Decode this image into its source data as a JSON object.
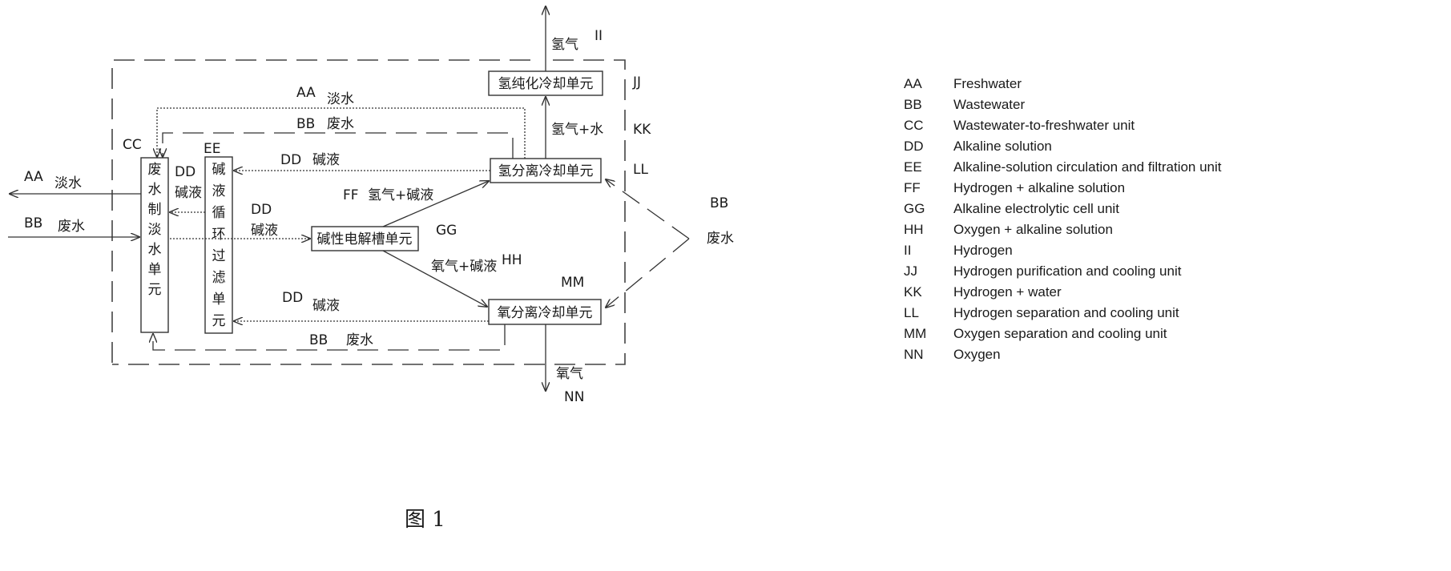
{
  "labels": {
    "aa_top": "AA",
    "aa_top_cn": "淡水",
    "bb_top": "BB",
    "bb_top_cn": "废水",
    "cc": "CC",
    "ee": "EE",
    "dd_left": "DD",
    "dd_left_cn": "碱液",
    "dd_ll": "DD",
    "dd_ll_cn": "碱液",
    "ff": "FF",
    "ff_cn": "氢气+碱液",
    "dd_mid": "DD",
    "dd_mid_cn": "碱液",
    "gg": "GG",
    "hh_cn": "氧气+碱液",
    "hh": "HH",
    "mm": "MM",
    "dd_bottom": "DD",
    "dd_bottom_cn": "碱液",
    "bb_bottom": "BB",
    "bb_bottom_cn": "废水",
    "aa_left": "AA",
    "aa_left_cn": "淡水",
    "bb_left": "BB",
    "bb_left_cn": "废水",
    "ii_cn": "氢气",
    "ii": "II",
    "jj": "JJ",
    "kk_cn": "氢气+水",
    "kk": "KK",
    "ll": "LL",
    "bb_right": "BB",
    "bb_right_cn": "废水",
    "nn_cn": "氧气",
    "nn": "NN"
  },
  "units": {
    "cc_unit": "废水制淡水单元",
    "ee_unit": "碱液循环过滤单元",
    "gg_unit": "碱性电解槽单元",
    "ll_unit": "氢分离冷却单元",
    "mm_unit": "氧分离冷却单元",
    "jj_unit": "氢纯化冷却单元"
  },
  "legend": [
    {
      "code": "AA",
      "text": "Freshwater"
    },
    {
      "code": "BB",
      "text": "Wastewater"
    },
    {
      "code": "CC",
      "text": "Wastewater-to-freshwater unit"
    },
    {
      "code": "DD",
      "text": "Alkaline solution"
    },
    {
      "code": "EE",
      "text": "Alkaline-solution circulation and filtration unit"
    },
    {
      "code": "FF",
      "text": "Hydrogen + alkaline solution"
    },
    {
      "code": "GG",
      "text": "Alkaline electrolytic cell unit"
    },
    {
      "code": "HH",
      "text": "Oxygen + alkaline solution"
    },
    {
      "code": "II",
      "text": "Hydrogen"
    },
    {
      "code": "JJ",
      "text": "Hydrogen purification and cooling unit"
    },
    {
      "code": "KK",
      "text": "Hydrogen + water"
    },
    {
      "code": "LL",
      "text": "Hydrogen separation and cooling unit"
    },
    {
      "code": "MM",
      "text": "Oxygen separation and cooling unit"
    },
    {
      "code": "NN",
      "text": "Oxygen"
    }
  ],
  "caption": "图 1"
}
